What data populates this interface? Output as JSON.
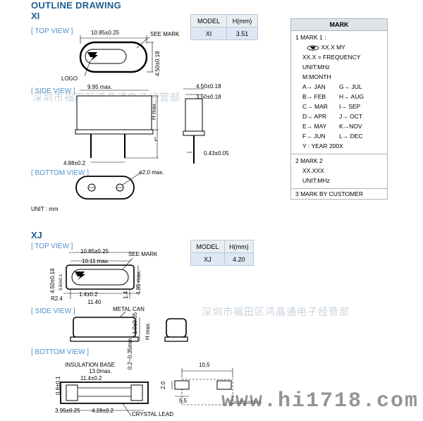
{
  "title": "OUTLINE DRAWING",
  "xi": {
    "label": "XI",
    "top_view": "[ TOP VIEW ]",
    "side_view": "[ SIDE VIEW ]",
    "bottom_view": "[ BOTTOM VIEW ]",
    "dims": {
      "length": "10.85±0.25",
      "width": "4.50±0.18",
      "inner": "9.95 max.",
      "side_w1": "4.50±0.18",
      "side_w2": "3.50±0.18",
      "hmax": "H max.",
      "l": "L",
      "pitch": "4.88±0.2",
      "lead": "0.43±0.05",
      "hole": "ø2.0 max."
    },
    "labels": {
      "see_mark": "SEE MARK",
      "logo": "LOGO",
      "unit": "UNIT : mm"
    },
    "spec": {
      "h_model": "MODEL",
      "h_h": "H(mm)",
      "model": "XI",
      "h": "3.51"
    }
  },
  "mark": {
    "header": "MARK",
    "s1_title": "1  MARK 1 :",
    "s1_line1": "XX.X MY",
    "s1_freq": "XX.X = FREQUENCY",
    "s1_unit": "UNIT:MHz",
    "s1_month": "M:MONTH",
    "months": [
      [
        "A→ JAN",
        "G→ JUL"
      ],
      [
        "B→ FEB",
        "H→ AUG"
      ],
      [
        "C→ MAR",
        "I→ SEP"
      ],
      [
        "D→ APR",
        "J→ OCT"
      ],
      [
        "E→ MAY",
        "K→NOV"
      ],
      [
        "F→ JUN",
        "L→ DEC"
      ]
    ],
    "s1_year": "Y : YEAR 200X",
    "s2_title": "2  MARK 2",
    "s2_line1": "XX.XXX",
    "s2_unit": "UNIT:MHz",
    "s3_title": "3  MARK BY CUSTOMER"
  },
  "xj": {
    "label": "XJ",
    "top_view": "[ TOP VIEW ]",
    "side_view": "[ SIDE VIEW ]",
    "bottom_view": "[ BOTTOM VIEW ]",
    "dims": {
      "length": "10.85±0.25",
      "inner": "10.11 max.",
      "width": "4.50±0.18",
      "inner_w": "3.60±0.1",
      "small": "1.4±0.2",
      "pad": "11.40",
      "r": "R2.4",
      "h2": "4.85 max.",
      "v14": "1.4",
      "hmax": "H max.",
      "side_h": "1.0±0.05",
      "gap": "0.2~0.35mm",
      "base": "13.0max.",
      "base2": "11.4±0.2",
      "lead_w": "0.8±0.1",
      "p1": "3.95±0.25",
      "p2": "4.28±0.2",
      "land": "10.5",
      "land_h": "2.0",
      "land_w": "5.5"
    },
    "labels": {
      "see_mark": "SEE MARK",
      "metal_can": "METAL CAN",
      "insulation": "INSULATION BASE",
      "crystal_lead": "CRYSTAL LEAD",
      "land_pattern": "Land pattern"
    },
    "spec": {
      "h_model": "MODEL",
      "h_h": "H(mm)",
      "model": "XJ",
      "h": "4.20"
    }
  },
  "watermark": {
    "text": "深圳市福田区鸿晶通电子经营部",
    "site": "www.hi1718.com"
  }
}
